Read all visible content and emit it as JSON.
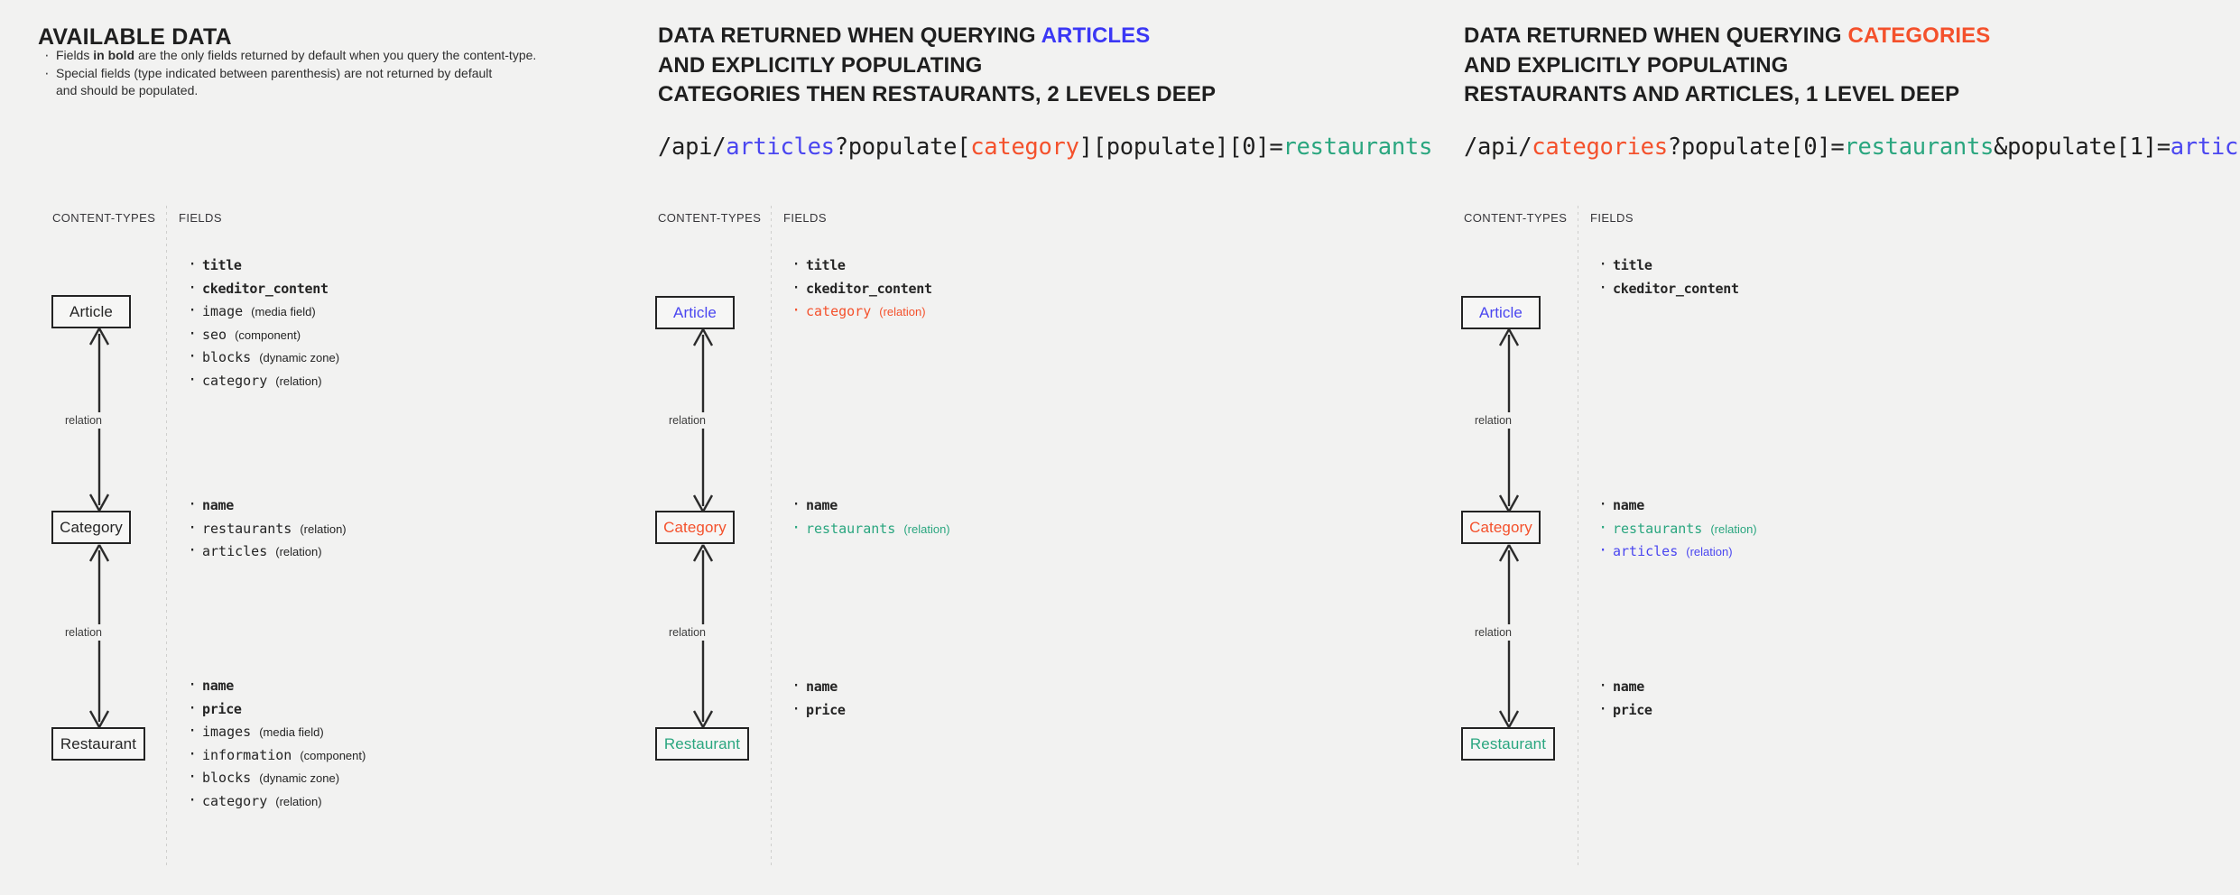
{
  "panels": {
    "left": {
      "title": "AVAILABLE DATA",
      "bullets": [
        {
          "pre": "Fields ",
          "bold": "in bold",
          "post": " are the only fields returned by default when you query the content-type."
        },
        {
          "pre": "Special fields (type indicated between parenthesis) are not returned by default",
          "bold": "",
          "post": ""
        }
      ],
      "bullet_continuation": "and should be populated.",
      "col_head_types": "CONTENT-TYPES",
      "col_head_fields": "FIELDS",
      "boxes": [
        {
          "label": "Article",
          "color": "#262626"
        },
        {
          "label": "Category",
          "color": "#262626"
        },
        {
          "label": "Restaurant",
          "color": "#262626"
        }
      ],
      "relations": [
        "relation",
        "relation"
      ],
      "field_groups": [
        [
          {
            "name": "title",
            "type": "",
            "bold": true,
            "color": ""
          },
          {
            "name": "ckeditor_content",
            "type": "",
            "bold": true,
            "color": ""
          },
          {
            "name": "image",
            "type": "(media field)",
            "bold": false,
            "color": ""
          },
          {
            "name": "seo",
            "type": "(component)",
            "bold": false,
            "color": ""
          },
          {
            "name": "blocks",
            "type": "(dynamic zone)",
            "bold": false,
            "color": ""
          },
          {
            "name": "category",
            "type": "(relation)",
            "bold": false,
            "color": ""
          }
        ],
        [
          {
            "name": "name",
            "type": "",
            "bold": true,
            "color": ""
          },
          {
            "name": "restaurants",
            "type": "(relation)",
            "bold": false,
            "color": ""
          },
          {
            "name": "articles",
            "type": "(relation)",
            "bold": false,
            "color": ""
          }
        ],
        [
          {
            "name": "name",
            "type": "",
            "bold": true,
            "color": ""
          },
          {
            "name": "price",
            "type": "",
            "bold": true,
            "color": ""
          },
          {
            "name": "images",
            "type": "(media field)",
            "bold": false,
            "color": ""
          },
          {
            "name": "information",
            "type": "(component)",
            "bold": false,
            "color": ""
          },
          {
            "name": "blocks",
            "type": "(dynamic zone)",
            "bold": false,
            "color": ""
          },
          {
            "name": "category",
            "type": "(relation)",
            "bold": false,
            "color": ""
          }
        ]
      ]
    },
    "middle": {
      "title_line1_prefix": "DATA RETURNED WHEN QUERYING ",
      "title_line1_accent": "ARTICLES",
      "title_line2": "AND EXPLICITLY POPULATING",
      "title_line3": "CATEGORIES THEN RESTAURANTS, 2 LEVELS DEEP",
      "url_parts": [
        {
          "text": "/api/",
          "color": ""
        },
        {
          "text": "articles",
          "color": "#4a46f0"
        },
        {
          "text": "?populate[",
          "color": ""
        },
        {
          "text": "category",
          "color": "#f4512c"
        },
        {
          "text": "][populate][0]=",
          "color": ""
        },
        {
          "text": "restaurants",
          "color": "#2aa67f"
        }
      ],
      "col_head_types": "CONTENT-TYPES",
      "col_head_fields": "FIELDS",
      "boxes": [
        {
          "label": "Article",
          "color": "#4a46f0"
        },
        {
          "label": "Category",
          "color": "#f4512c"
        },
        {
          "label": "Restaurant",
          "color": "#2aa67f"
        }
      ],
      "relations": [
        "relation",
        "relation"
      ],
      "field_groups": [
        [
          {
            "name": "title",
            "type": "",
            "bold": true,
            "color": ""
          },
          {
            "name": "ckeditor_content",
            "type": "",
            "bold": true,
            "color": ""
          },
          {
            "name": "category",
            "type": "(relation)",
            "bold": false,
            "color": "#f4512c"
          }
        ],
        [
          {
            "name": "name",
            "type": "",
            "bold": true,
            "color": ""
          },
          {
            "name": "restaurants",
            "type": "(relation)",
            "bold": false,
            "color": "#2aa67f"
          }
        ],
        [
          {
            "name": "name",
            "type": "",
            "bold": true,
            "color": ""
          },
          {
            "name": "price",
            "type": "",
            "bold": true,
            "color": ""
          }
        ]
      ]
    },
    "right": {
      "title_line1_prefix": "DATA RETURNED WHEN QUERYING ",
      "title_line1_accent": "CATEGORIES",
      "title_line2": "AND EXPLICITLY POPULATING",
      "title_line3": "RESTAURANTS AND ARTICLES, 1 LEVEL DEEP",
      "url_parts": [
        {
          "text": "/api/",
          "color": ""
        },
        {
          "text": "categories",
          "color": "#f4512c"
        },
        {
          "text": "?populate[0]=",
          "color": ""
        },
        {
          "text": "restaurants",
          "color": "#2aa67f"
        },
        {
          "text": "&populate[1]=",
          "color": ""
        },
        {
          "text": "articles",
          "color": "#4a46f0"
        }
      ],
      "col_head_types": "CONTENT-TYPES",
      "col_head_fields": "FIELDS",
      "boxes": [
        {
          "label": "Article",
          "color": "#4a46f0"
        },
        {
          "label": "Category",
          "color": "#f4512c"
        },
        {
          "label": "Restaurant",
          "color": "#2aa67f"
        }
      ],
      "relations": [
        "relation",
        "relation"
      ],
      "field_groups": [
        [
          {
            "name": "title",
            "type": "",
            "bold": true,
            "color": ""
          },
          {
            "name": "ckeditor_content",
            "type": "",
            "bold": true,
            "color": ""
          }
        ],
        [
          {
            "name": "name",
            "type": "",
            "bold": true,
            "color": ""
          },
          {
            "name": "restaurants",
            "type": "(relation)",
            "bold": false,
            "color": "#2aa67f"
          },
          {
            "name": "articles",
            "type": "(relation)",
            "bold": false,
            "color": "#4a46f0"
          }
        ],
        [
          {
            "name": "name",
            "type": "",
            "bold": true,
            "color": ""
          },
          {
            "name": "price",
            "type": "",
            "bold": true,
            "color": ""
          }
        ]
      ]
    }
  },
  "colors": {
    "background": "#f2f2f1",
    "blue": "#4a46f0",
    "red": "#f4512c",
    "teal": "#2aa67f",
    "ink": "#232323"
  }
}
